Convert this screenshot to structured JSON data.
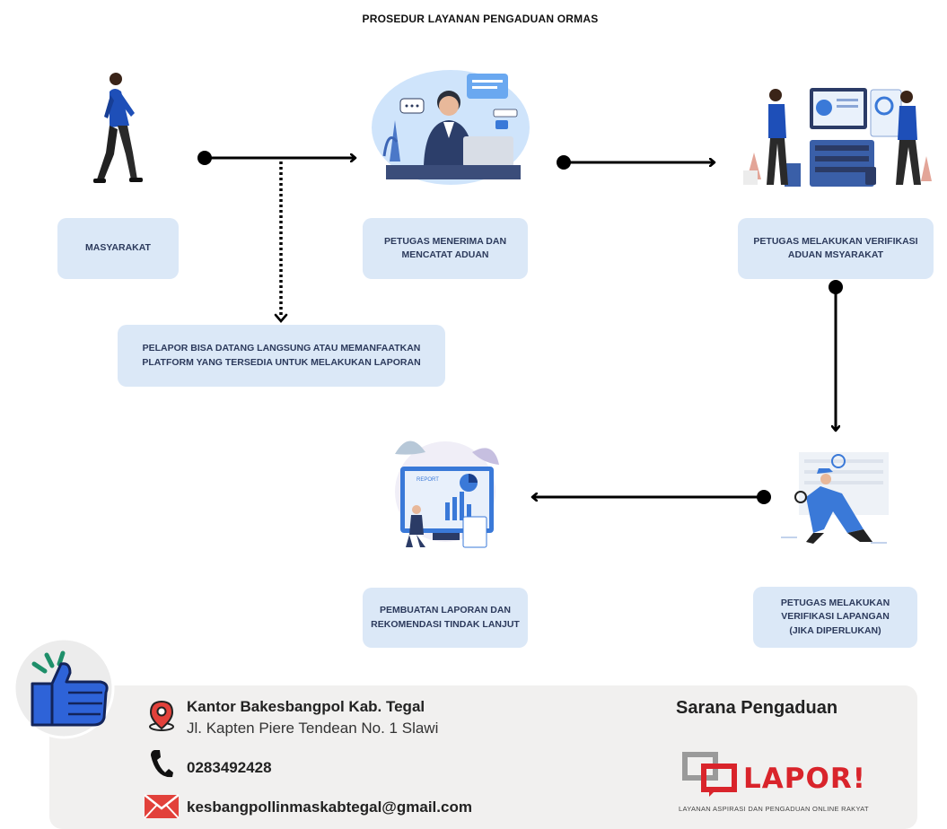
{
  "title": "PROSEDUR LAYANAN PENGADUAN ORMAS",
  "steps": {
    "masyarakat": "MASYARAKAT",
    "terima": "PETUGAS MENERIMA DAN\nMENCATAT ADUAN",
    "verifikasi": "PETUGAS MELAKUKAN VERIFIKASI\nADUAN MSYARAKAT",
    "pelapor": "PELAPOR BISA DATANG LANGSUNG ATAU MEMANFAATKAN\nPLATFORM YANG TERSEDIA UNTUK MELAKUKAN LAPORAN",
    "lapangan": "PETUGAS MELAKUKAN\nVERIFIKASI LAPANGAN\n(JIKA DIPERLUKAN)",
    "laporan": "PEMBUATAN LAPORAN DAN\nREKOMENDASI TINDAK LANJUT"
  },
  "illustrations": {
    "report_screen_label": "REPORT"
  },
  "footer": {
    "office_name": "Kantor Bakesbangpol Kab. Tegal",
    "office_address": "Jl. Kapten Piere Tendean No. 1 Slawi",
    "phone": "0283492428",
    "email": "kesbangpollinmaskabtegal@gmail.com",
    "sarana_title": "Sarana Pengaduan",
    "lapor_logo_text": "LAPOR!",
    "lapor_tagline": "LAYANAN ASPIRASI DAN PENGADUAN ONLINE RAKYAT"
  },
  "colors": {
    "box_fill": "#dbe8f7",
    "arrow": "#000000",
    "footer_bg": "#f1f0ef",
    "lapor_red": "#d9242b",
    "accent_blue": "#1f4fb5"
  },
  "icons": [
    "location-pin-icon",
    "phone-icon",
    "mail-icon",
    "thumbs-up-icon"
  ]
}
